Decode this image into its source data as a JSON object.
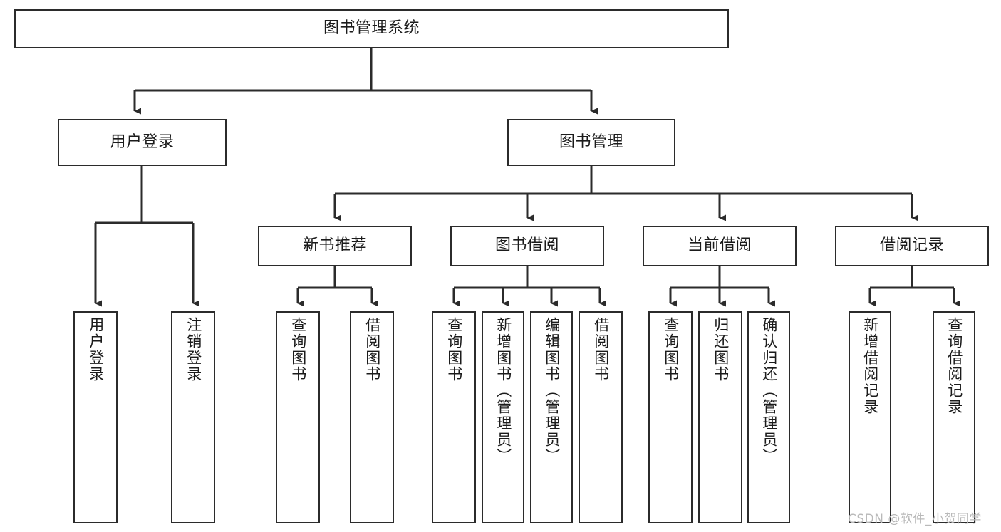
{
  "diagram": {
    "title": "图书管理系统",
    "watermark": "CSDN @软件_小贺同学",
    "levels": {
      "root": "图书管理系统",
      "level2": [
        "用户登录",
        "图书管理"
      ],
      "level3": [
        "新书推荐",
        "图书借阅",
        "当前借阅",
        "借阅记录"
      ]
    },
    "nodes": {
      "root": {
        "label": "图书管理系统"
      },
      "user_login": {
        "label": "用户登录"
      },
      "book_manage": {
        "label": "图书管理"
      },
      "new_book_rec": {
        "label": "新书推荐"
      },
      "book_borrow": {
        "label": "图书借阅"
      },
      "current_borrow": {
        "label": "当前借阅"
      },
      "borrow_record": {
        "label": "借阅记录"
      },
      "leaf_user_login": {
        "label": "用户登录"
      },
      "leaf_logout": {
        "label": "注销登录"
      },
      "leaf_query_book_1": {
        "label": "查询图书"
      },
      "leaf_borrow_book_1": {
        "label": "借阅图书"
      },
      "leaf_query_book_2": {
        "label": "查询图书"
      },
      "leaf_add_book": {
        "label": "新增图书（管理员）"
      },
      "leaf_edit_book": {
        "label": "编辑图书（管理员）"
      },
      "leaf_borrow_book_2": {
        "label": "借阅图书"
      },
      "leaf_query_book_3": {
        "label": "查询图书"
      },
      "leaf_return_book": {
        "label": "归还图书"
      },
      "leaf_confirm_return": {
        "label": "确认归还（管理员）"
      },
      "leaf_add_record": {
        "label": "新增借阅记录"
      },
      "leaf_query_record": {
        "label": "查询借阅记录"
      }
    },
    "colors": {
      "stroke": "#2b2b2b",
      "background": "#ffffff",
      "text": "#1b1b1b",
      "watermark": "#b9b9b9"
    }
  }
}
